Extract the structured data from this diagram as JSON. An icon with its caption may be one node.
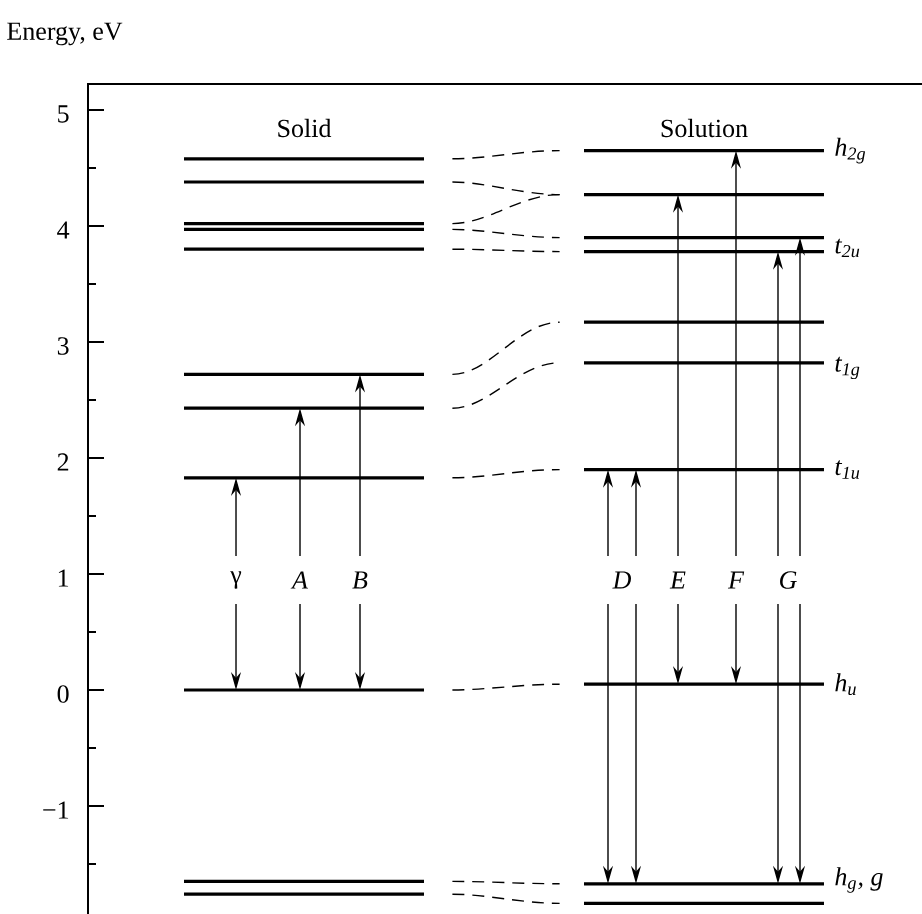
{
  "diagram": {
    "nodes": [
      {
        "text": [],
        "shape": "bar"
      },
      {
        "text": [],
        "shape": "bar"
      },
      {
        "text": [],
        "shape": "bar"
      },
      {
        "text": [],
        "shape": "bar"
      },
      {
        "text": [],
        "shape": "bar"
      },
      {
        "text": [],
        "shape": "bar"
      },
      {
        "text": [],
        "shape": "bar"
      },
      {
        "text": [],
        "shape": "bar"
      },
      {
        "text": [],
        "shape": "bar"
      },
      {
        "text": [],
        "shape": "bar"
      },
      {
        "text": [],
        "shape": "bar"
      },
      {
        "text": [],
        "shape": "bar",
        "beside": [
          "*h*$_{2g}$"
        ]
      },
      {
        "text": [],
        "shape": "bar"
      },
      {
        "text": [],
        "shape": "bar",
        "beside": [
          "*t*$_{2u}$"
        ]
      },
      {
        "text": [],
        "shape": "bar"
      },
      {
        "text": [],
        "shape": "bar"
      },
      {
        "text": [],
        "shape": "bar",
        "beside": [
          "*t*$_{1g}$"
        ]
      },
      {
        "text": [],
        "shape": "bar",
        "beside": [
          "*t*$_{1u}$"
        ]
      },
      {
        "text": [],
        "shape": "bar",
        "beside": [
          "*h*$_{u}$"
        ]
      },
      {
        "text": [],
        "shape": "bar",
        "beside": [
          "*h*$_{g}$, *g*"
        ]
      },
      {
        "text": [],
        "shape": "bar"
      }
    ],
    "edges": [
      {
        "from": 0,
        "to": 11,
        "arrow": "none",
        "style": "dashed"
      },
      {
        "from": 1,
        "to": 12,
        "arrow": "none",
        "style": "dashed"
      },
      {
        "from": 2,
        "to": 12,
        "arrow": "none",
        "style": "dashed"
      },
      {
        "from": 3,
        "to": 13,
        "arrow": "none",
        "style": "dashed"
      },
      {
        "from": 4,
        "to": 14,
        "arrow": "none",
        "style": "dashed"
      },
      {
        "from": 5,
        "to": 15,
        "arrow": "none",
        "style": "dashed"
      },
      {
        "from": 6,
        "to": 16,
        "arrow": "none",
        "style": "dashed"
      },
      {
        "from": 7,
        "to": 17,
        "arrow": "none",
        "style": "dashed"
      },
      {
        "from": 8,
        "to": 18,
        "arrow": "none",
        "style": "dashed"
      },
      {
        "from": 9,
        "to": 19,
        "arrow": "none",
        "style": "dashed"
      },
      {
        "from": 10,
        "to": 20,
        "arrow": "none",
        "style": "dashed"
      },
      {
        "from": 7,
        "to": 8,
        "arrow": "both",
        "label": "γ"
      },
      {
        "from": 6,
        "to": 8,
        "arrow": "both",
        "label": "A"
      },
      {
        "from": 5,
        "to": 8,
        "arrow": "both",
        "label": "B"
      },
      {
        "from": 17,
        "to": 19,
        "arrow": "both",
        "label": "D"
      },
      {
        "from": 17,
        "to": 19,
        "arrow": "both"
      },
      {
        "from": 12,
        "to": 18,
        "arrow": "both",
        "label": "E"
      },
      {
        "from": 11,
        "to": 18,
        "arrow": "both",
        "label": "F"
      },
      {
        "from": 14,
        "to": 19,
        "arrow": "both",
        "label": "G"
      },
      {
        "from": 13,
        "to": 19,
        "arrow": "both"
      }
    ],
    "labels": [
      "Energy, eV",
      "5",
      "4",
      "3",
      "2",
      "1",
      "0",
      "−1",
      "Solid",
      "Solution"
    ]
  }
}
